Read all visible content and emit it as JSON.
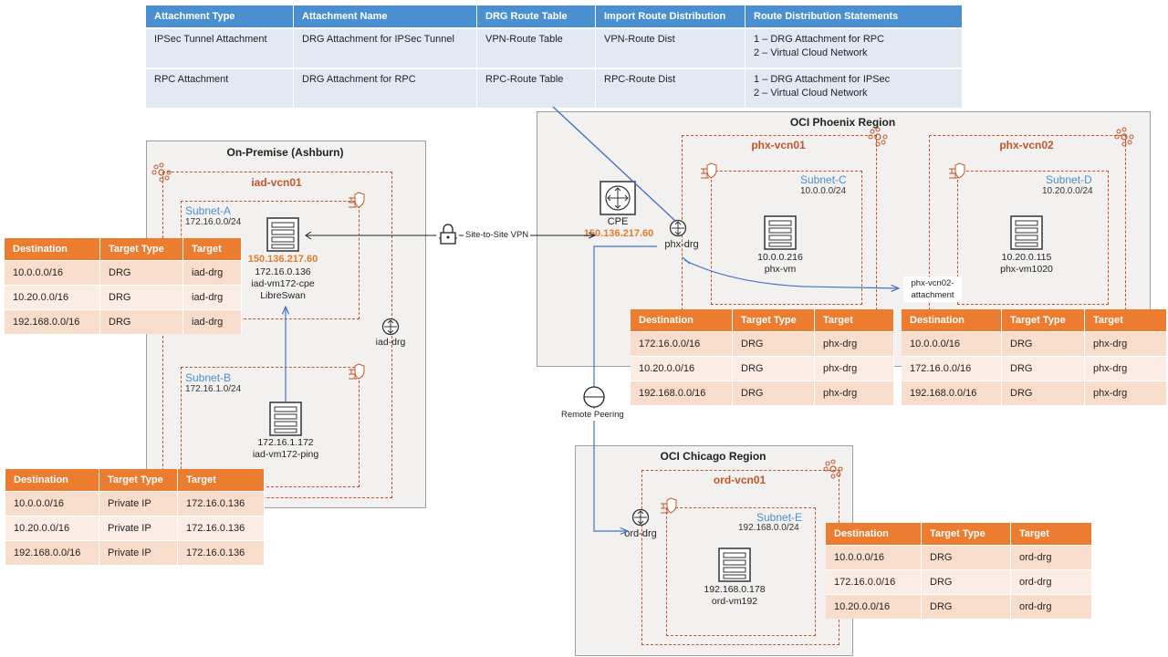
{
  "attachment_table": {
    "headers": [
      "Attachment Type",
      "Attachment Name",
      "DRG Route Table",
      "Import Route Distribution",
      "Route Distribution Statements"
    ],
    "rows": [
      {
        "type": "IPSec Tunnel Attachment",
        "name": "DRG Attachment for IPSec Tunnel",
        "route_table": "VPN-Route Table",
        "import_dist": "VPN-Route Dist",
        "stmt1": "1 – DRG Attachment  for RPC",
        "stmt2": "2 – Virtual Cloud Network"
      },
      {
        "type": "RPC Attachment",
        "name": "DRG Attachment for RPC",
        "route_table": "RPC-Route Table",
        "import_dist": "RPC-Route Dist",
        "stmt1": "1 – DRG Attachment  for IPSec",
        "stmt2": "2 – Virtual Cloud Network"
      }
    ]
  },
  "route_table_headers": [
    "Destination",
    "Target Type",
    "Target"
  ],
  "onprem": {
    "title": "On-Premise (Ashburn)",
    "vcn": "iad-vcn01",
    "subnet_a": {
      "name": "Subnet-A",
      "cidr": "172.16.0.0/24"
    },
    "subnet_b": {
      "name": "Subnet-B",
      "cidr": "172.16.1.0/24"
    },
    "cpe_vm": {
      "public_ip": "150.136.217.60",
      "private_ip": "172.16.0.136",
      "name": "iad-vm172-cpe",
      "software": "LibreSwan"
    },
    "ping_vm": {
      "ip": "172.16.1.172",
      "name": "iad-vm172-ping"
    },
    "drg": "iad-drg",
    "route_table_a": [
      [
        "10.0.0.0/16",
        "DRG",
        "iad-drg"
      ],
      [
        "10.20.0.0/16",
        "DRG",
        "iad-drg"
      ],
      [
        "192.168.0.0/16",
        "DRG",
        "iad-drg"
      ]
    ],
    "route_table_b": [
      [
        "10.0.0.0/16",
        "Private IP",
        "172.16.0.136"
      ],
      [
        "10.20.0.0/16",
        "Private IP",
        "172.16.0.136"
      ],
      [
        "192.168.0.0/16",
        "Private IP",
        "172.16.0.136"
      ]
    ]
  },
  "vpn_label": "Site-to-Site VPN",
  "cpe": {
    "label": "CPE",
    "ip": "150.136.217.60"
  },
  "remote_peering_label": "Remote Peering",
  "phoenix": {
    "title": "OCI Phoenix Region",
    "drg": "phx-drg",
    "attachment_label": "phx-vcn02-attachment",
    "vcn01": {
      "name": "phx-vcn01",
      "subnet": "Subnet-C",
      "cidr": "10.0.0.0/24",
      "vm_ip": "10.0.0.216",
      "vm_name": "phx-vm"
    },
    "vcn02": {
      "name": "phx-vcn02",
      "subnet": "Subnet-D",
      "cidr": "10.20.0.0/24",
      "vm_ip": "10.20.0.115",
      "vm_name": "phx-vm1020"
    },
    "route_table_c": [
      [
        "172.16.0.0/16",
        "DRG",
        "phx-drg"
      ],
      [
        "10.20.0.0/16",
        "DRG",
        "phx-drg"
      ],
      [
        "192.168.0.0/16",
        "DRG",
        "phx-drg"
      ]
    ],
    "route_table_d": [
      [
        "10.0.0.0/16",
        "DRG",
        "phx-drg"
      ],
      [
        "172.16.0.0/16",
        "DRG",
        "phx-drg"
      ],
      [
        "192.168.0.0/16",
        "DRG",
        "phx-drg"
      ]
    ]
  },
  "chicago": {
    "title": "OCI Chicago Region",
    "vcn": "ord-vcn01",
    "subnet": "Subnet-E",
    "cidr": "192.168.0.0/24",
    "vm_ip": "192.168.0.178",
    "vm_name": "ord-vm192",
    "drg": "ord-drg",
    "route_table": [
      [
        "10.0.0.0/16",
        "DRG",
        "ord-drg"
      ],
      [
        "172.16.0.0/16",
        "DRG",
        "ord-drg"
      ],
      [
        "10.20.0.0/16",
        "DRG",
        "ord-drg"
      ]
    ]
  },
  "colors": {
    "oracle_orange": "#c0562a",
    "header_orange": "#ec7c30",
    "header_blue": "#4a90d1",
    "subnet_blue": "#4a8fcf",
    "link_blue": "#4472c4"
  }
}
